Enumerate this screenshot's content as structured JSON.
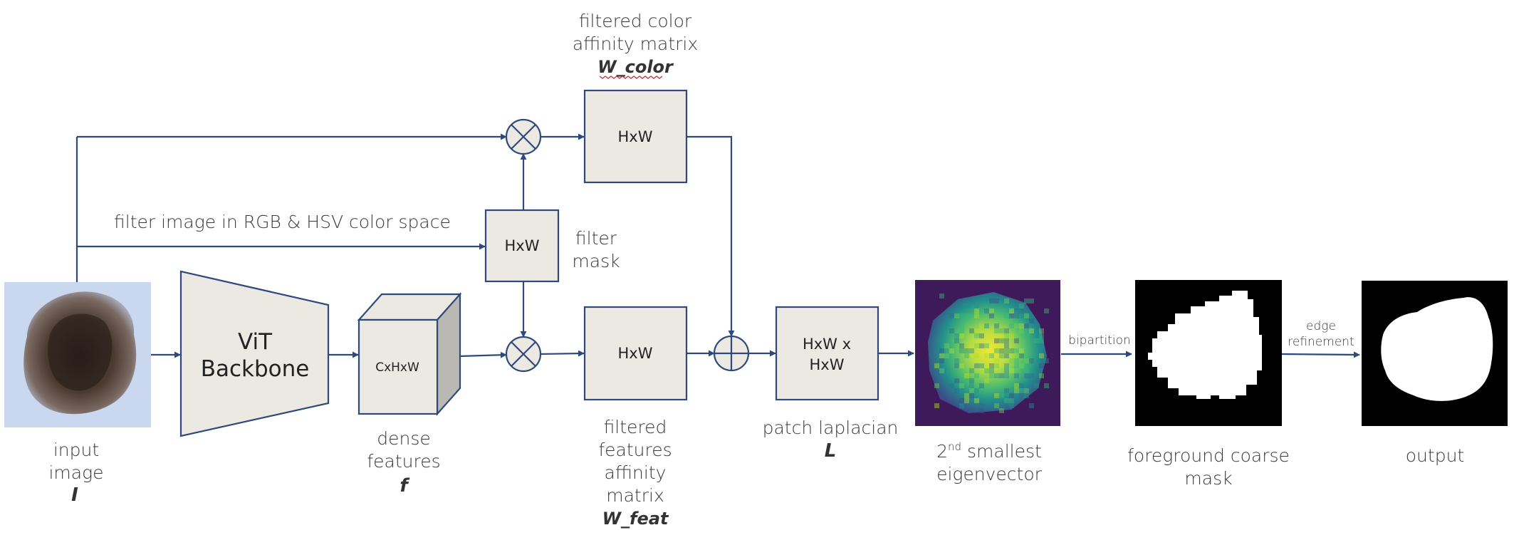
{
  "colors": {
    "line": "#2e4a7c",
    "box_fill": "#ece9e2",
    "box_stroke": "#2e4a7c",
    "cube_side": "#b9b8b3",
    "squiggle": "#d22b2b"
  },
  "icons": [
    "input-skin-lesion-image",
    "circled-times-icon",
    "circled-plus-icon",
    "eigenvector-heatmap-image",
    "coarse-mask-image",
    "output-mask-image"
  ],
  "labels": {
    "input_image": [
      "input",
      "image"
    ],
    "input_symbol": "I",
    "backbone": [
      "ViT",
      "Backbone"
    ],
    "cube": "CxHxW",
    "dense_features": [
      "dense",
      "features"
    ],
    "dense_symbol": "f",
    "filter_text": "filter image in RGB & HSV color space",
    "filter_mask_box": "HxW",
    "filter_mask": [
      "filter",
      "mask"
    ],
    "color_box": "HxW",
    "color_title": [
      "filtered color",
      "affinity matrix"
    ],
    "color_symbol": "W_color",
    "feat_box": "HxW",
    "feat_title": [
      "filtered",
      "features",
      "affinity",
      "matrix"
    ],
    "feat_symbol": "W_feat",
    "laplacian_box": [
      "HxW x",
      "HxW"
    ],
    "laplacian": "patch laplacian",
    "laplacian_symbol": "L",
    "eigen_sup": "nd",
    "eigen_line1": "smallest",
    "eigen_num": "2",
    "eigen_line2": "eigenvector",
    "bipartition": "bipartition",
    "coarse_mask": [
      "foreground coarse",
      "mask"
    ],
    "edge_refinement": [
      "edge",
      "refinement"
    ],
    "output": "output"
  }
}
